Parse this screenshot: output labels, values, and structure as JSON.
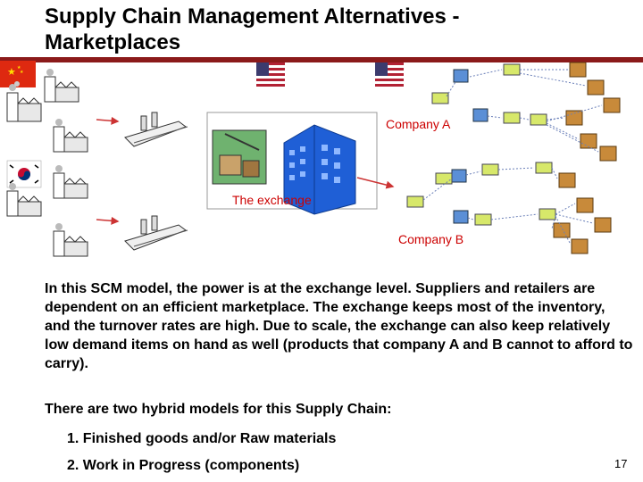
{
  "slide": {
    "title": "Supply Chain Management Alternatives - Marketplaces",
    "page_number": "17"
  },
  "diagram": {
    "company_a_label": "Company A",
    "exchange_label": "The exchange",
    "company_b_label": "Company B"
  },
  "body": {
    "paragraph": "In this SCM model, the power is at the exchange level. Suppliers and retailers are dependent on an efficient marketplace. The exchange keeps most of the inventory, and the turnover rates are high. Due to scale, the exchange can also keep relatively low demand items on hand as well (products that company A and B cannot to afford to carry).",
    "hybrid_intro": "There are two hybrid models for this Supply Chain:",
    "items": [
      "1. Finished goods and/or Raw materials",
      "2. Work in Progress (components)"
    ]
  },
  "colors": {
    "title_rule": "#8b1a1a",
    "label_red": "#cc0000",
    "arrow_red": "#cc3333",
    "building_blue": "#1f5fd6"
  }
}
